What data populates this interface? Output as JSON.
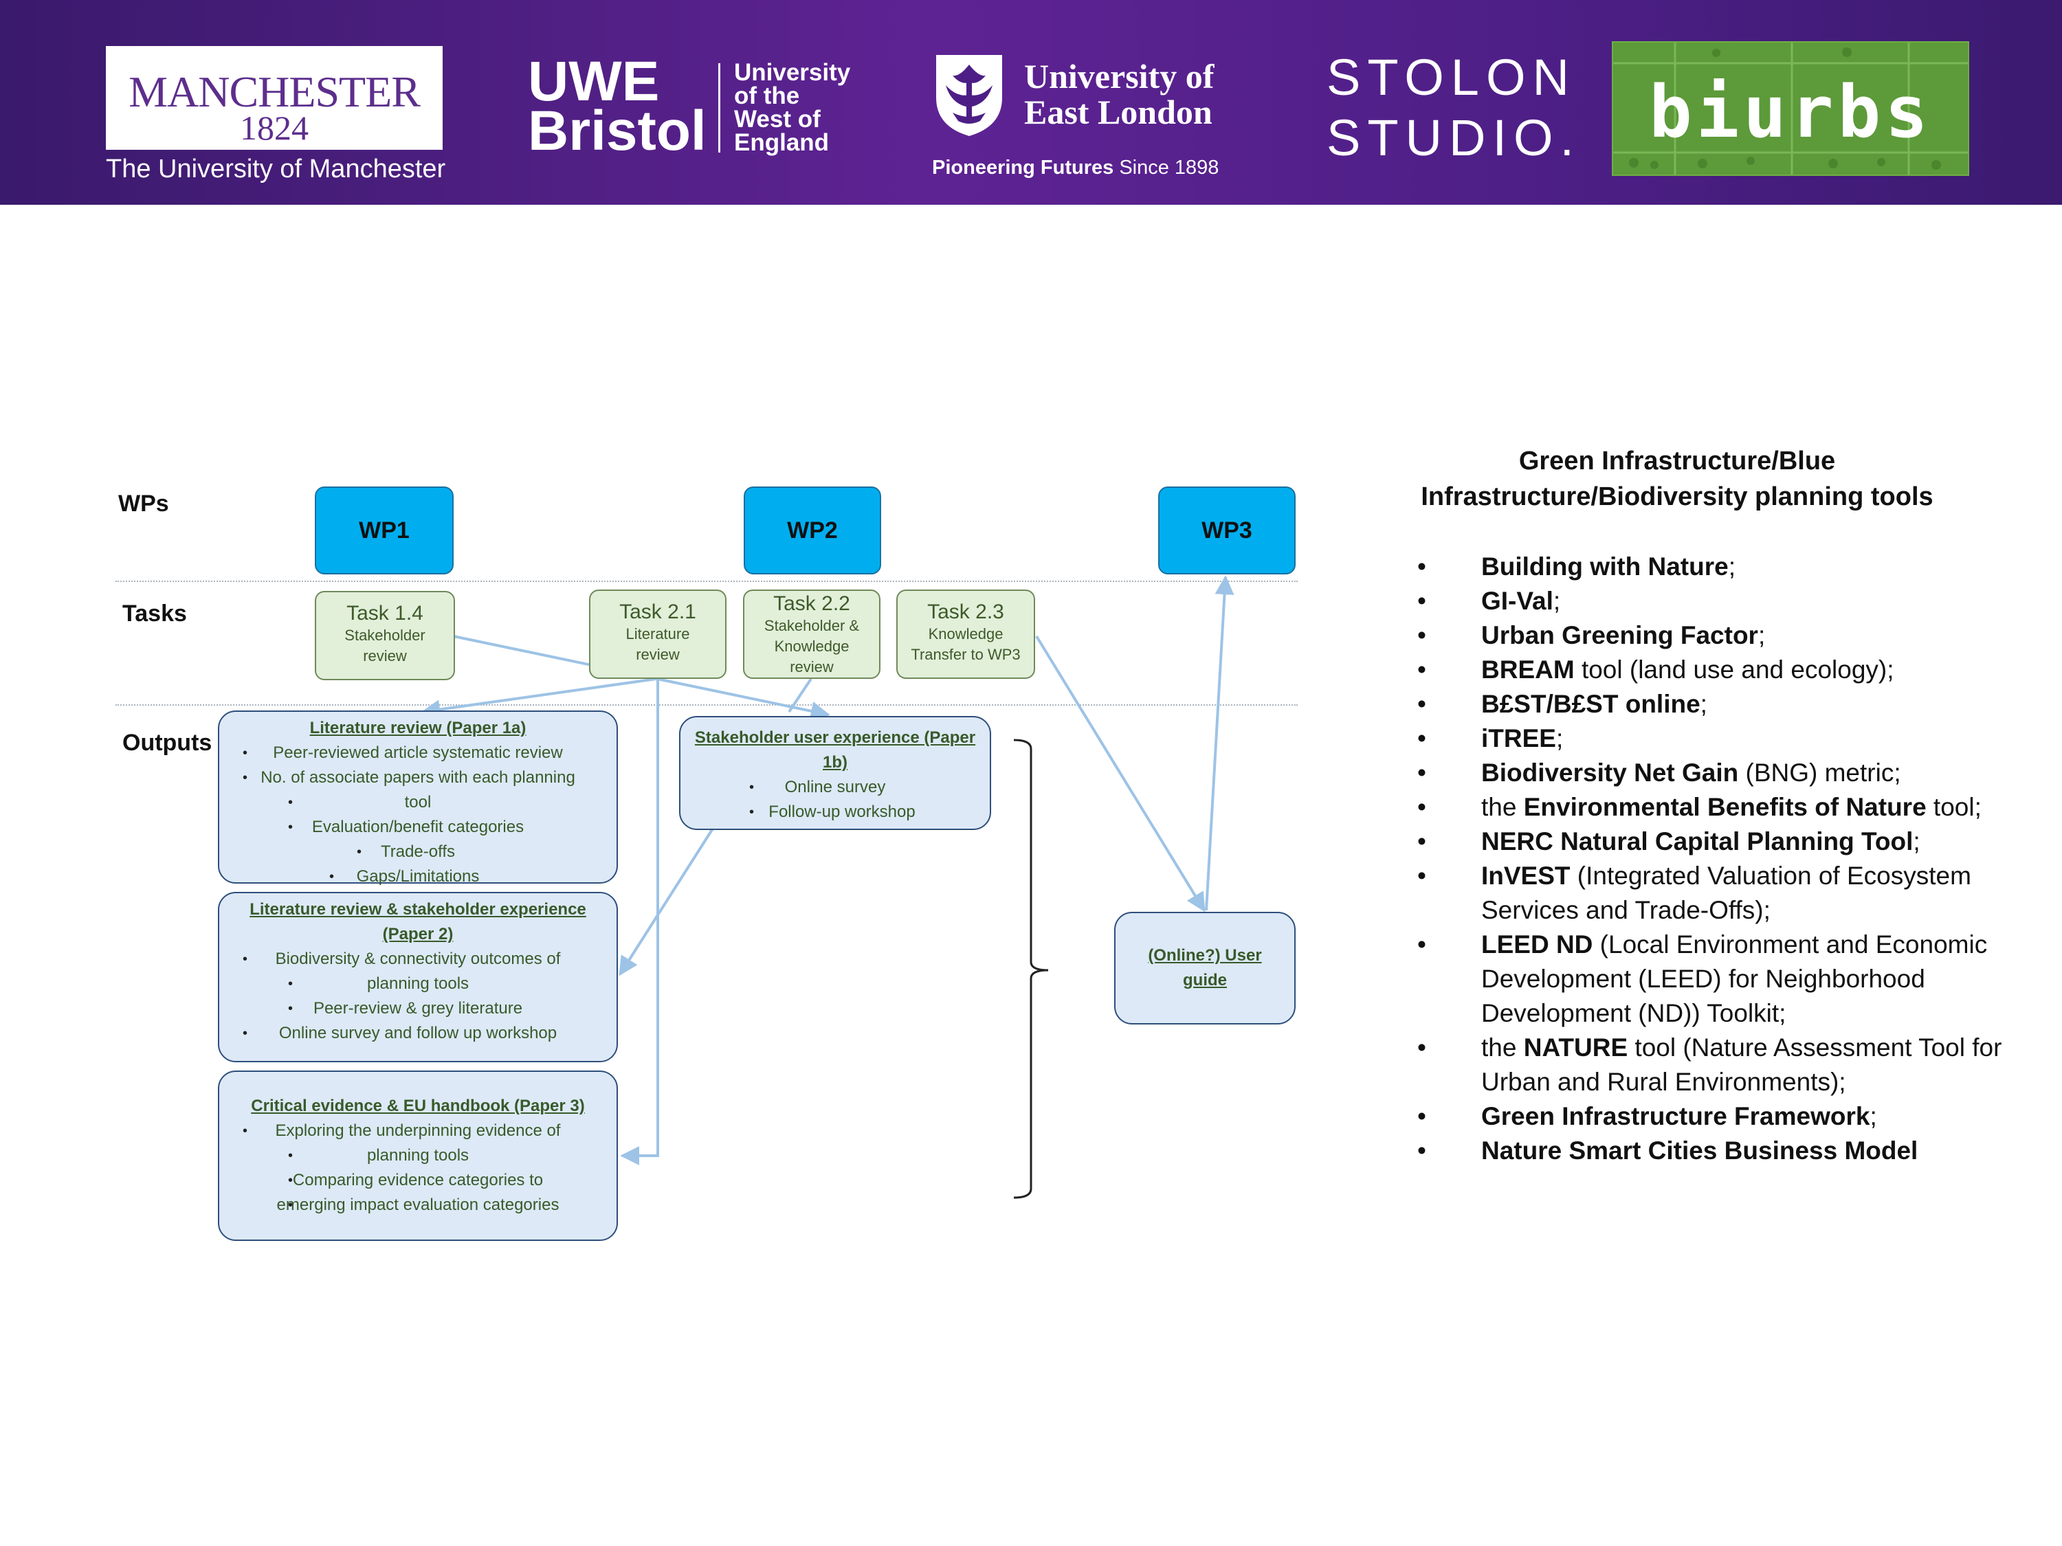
{
  "header": {
    "manchester": {
      "wordmark": "MANCHESTER",
      "year": "1824",
      "subtitle": "The University of Manchester"
    },
    "uwe": {
      "line1": "UWE",
      "line2": "Bristol",
      "small1": "University",
      "small2": "of the",
      "small3": "West of",
      "small4": "England"
    },
    "uel": {
      "line1": "University of",
      "line2": "East London",
      "tagline_bold": "Pioneering Futures",
      "tagline_rest": " Since 1898"
    },
    "stolon": {
      "line1": "STOLON",
      "line2": "STUDIO."
    },
    "biurbs": {
      "text": "biurbs"
    },
    "colors": {
      "band_left": "#3a1a6c",
      "band_mid": "#5e2393",
      "biurbs_green": "#5d9a3a"
    }
  },
  "diagram": {
    "row_labels": {
      "wps": "WPs",
      "tasks": "Tasks",
      "outputs": "Outputs"
    },
    "wps": [
      "WP1",
      "WP2",
      "WP3"
    ],
    "tasks": [
      {
        "title": "Task 1.4",
        "desc1": "Stakeholder",
        "desc2": "review",
        "desc3": ""
      },
      {
        "title": "Task 2.1",
        "desc1": "Literature",
        "desc2": "review",
        "desc3": ""
      },
      {
        "title": "Task 2.2",
        "desc1": "Stakeholder &",
        "desc2": "Knowledge",
        "desc3": "review"
      },
      {
        "title": "Task 2.3",
        "desc1": "Knowledge",
        "desc2": "Transfer to WP3",
        "desc3": ""
      }
    ],
    "outputs": {
      "paper1a": {
        "heading": "Literature review (Paper 1a)",
        "items": [
          "Peer-reviewed article systematic review",
          "No. of associate papers with each planning",
          "tool",
          "Evaluation/benefit categories",
          "Trade-offs",
          "Gaps/Limitations"
        ]
      },
      "paper2": {
        "heading1": "Literature review & stakeholder experience",
        "heading2": "(Paper 2)",
        "items": [
          "Biodiversity & connectivity outcomes of",
          "planning tools",
          "Peer-review & grey literature",
          "Online survey and follow up workshop"
        ]
      },
      "paper3": {
        "heading": "Critical evidence & EU handbook (Paper 3)",
        "items": [
          "Exploring the underpinning evidence of",
          "planning tools",
          "Comparing evidence categories to",
          "emerging impact evaluation categories"
        ]
      },
      "paper1b": {
        "heading1": "Stakeholder user experience (Paper",
        "heading2": "1b)",
        "items": [
          "Online survey",
          "Follow-up workshop"
        ]
      },
      "guide": {
        "line1": "(Online?) User",
        "line2": "guide"
      }
    },
    "colors": {
      "wp_fill": "#00aeef",
      "task_fill": "#e2efd9",
      "output_fill": "#dde9f6",
      "connector": "#9dc3e6"
    }
  },
  "tools": {
    "title1": "Green Infrastructure/Blue",
    "title2": "Infrastructure/Biodiversity planning tools",
    "items": [
      {
        "bold": "Building with Nature",
        "rest": ";"
      },
      {
        "bold": "GI-Val",
        "rest": ";"
      },
      {
        "bold": "Urban Greening Factor",
        "rest": ";"
      },
      {
        "bold": "BREAM",
        "rest": " tool (land use and ecology);"
      },
      {
        "bold": "B£ST/B£ST online",
        "rest": ";"
      },
      {
        "bold": "iTREE",
        "rest": ";"
      },
      {
        "bold": "Biodiversity Net Gain",
        "rest": " (BNG) metric;"
      },
      {
        "pre": "the ",
        "bold": "Environmental Benefits of Nature",
        "rest": " tool;"
      },
      {
        "bold": "NERC Natural Capital Planning Tool",
        "rest": ";"
      },
      {
        "bold": "InVEST",
        "rest": " (Integrated Valuation of Ecosystem Services and Trade-Offs);"
      },
      {
        "bold": "LEED ND",
        "rest": " (Local Environment and Economic Development (LEED) for Neighborhood Development (ND)) Toolkit;"
      },
      {
        "pre": "the ",
        "bold": "NATURE",
        "rest": " tool (Nature Assessment Tool for Urban and Rural Environments);"
      },
      {
        "bold": "Green Infrastructure Framework",
        "rest": ";"
      },
      {
        "bold": "Nature Smart Cities Business Model",
        "rest": ""
      }
    ]
  }
}
